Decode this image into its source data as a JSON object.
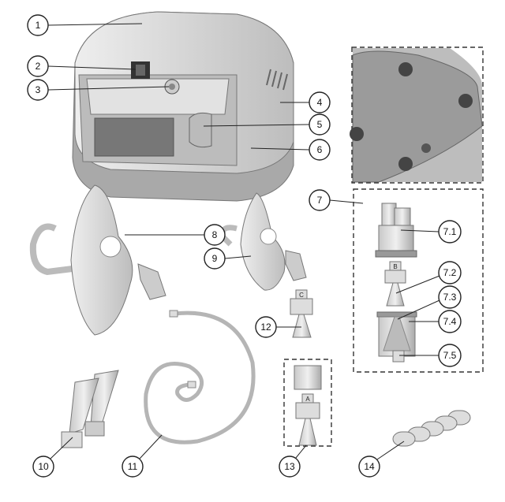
{
  "callouts": {
    "c1": "1",
    "c2": "2",
    "c3": "3",
    "c4": "4",
    "c5": "5",
    "c6": "6",
    "c7": "7",
    "c8": "8",
    "c9": "9",
    "c10": "10",
    "c11": "11",
    "c12": "12",
    "c13": "13",
    "c14": "14",
    "c7_1": "7.1",
    "c7_2": "7.2",
    "c7_3": "7.3",
    "c7_4": "7.4",
    "c7_5": "7.5"
  },
  "part_letters": {
    "nozzle_b": "B",
    "nozzle_c": "C",
    "nozzle_a": "A"
  },
  "colors": {
    "body": "#d9d9d9",
    "shadow": "#a8a8a8",
    "line": "#222222"
  }
}
